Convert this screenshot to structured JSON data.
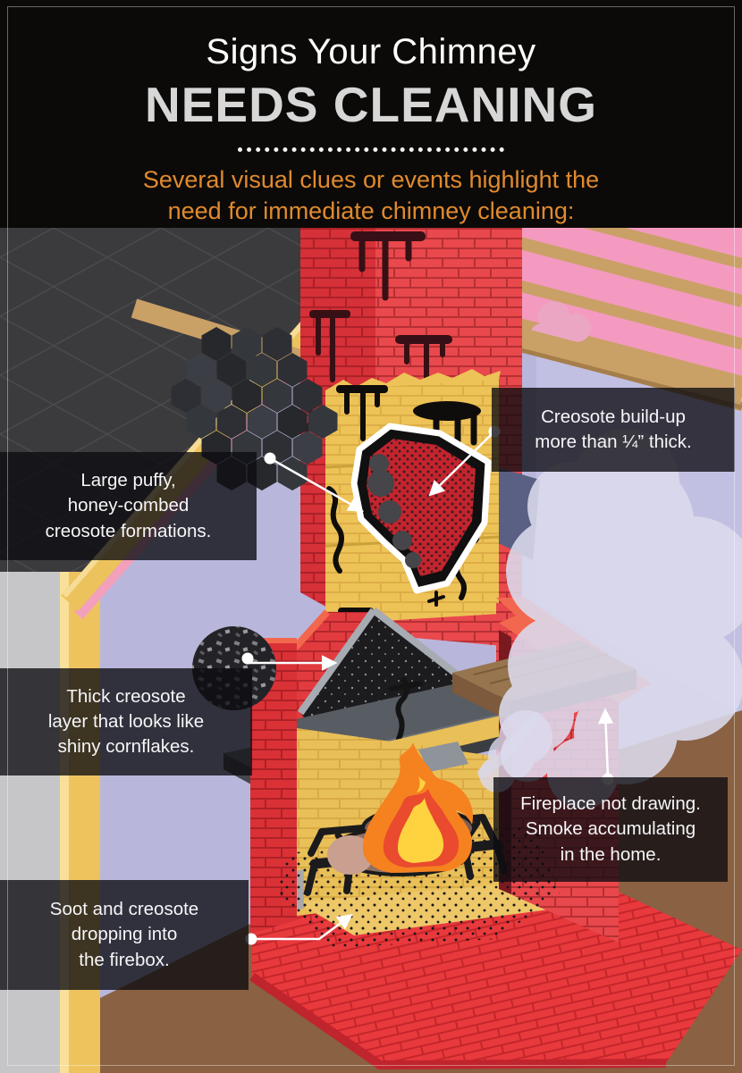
{
  "header": {
    "title_line1": "Signs Your Chimney",
    "title_line2": "NEEDS CLEANING",
    "subtitle_line1": "Several visual clues or events highlight the",
    "subtitle_line2": "need for immediate chimney cleaning:"
  },
  "callouts": [
    {
      "id": "creosote-buildup",
      "lines": [
        "Creosote build-up",
        "more than ¼” thick."
      ]
    },
    {
      "id": "honeycomb-formations",
      "lines": [
        "Large puffy,",
        "honey-combed",
        "creosote formations."
      ]
    },
    {
      "id": "cornflake-layer",
      "lines": [
        "Thick creosote",
        "layer that looks like",
        "shiny cornflakes."
      ]
    },
    {
      "id": "fireplace-not-drawing",
      "lines": [
        "Fireplace not drawing.",
        "Smoke accumulating",
        "in the home."
      ]
    },
    {
      "id": "soot-dropping",
      "lines": [
        "Soot and creosote",
        "dropping into",
        "the firebox."
      ]
    }
  ],
  "palette": {
    "header_background": "#0c0a08",
    "title_white": "#ffffff",
    "title_gray": "#d7d7d7",
    "subtitle_orange": "#e08a2f",
    "callout_box": "rgba(12,11,17,0.78)",
    "callout_text": "#f6f6f8",
    "wall_lavender": "#b8b6da",
    "attic_gray": "#3b3b3d",
    "brick_red": "#e8474b",
    "brick_red_dark": "#d63038",
    "flue_gold": "#edc257",
    "creosote_black": "#0f0d0b",
    "hole_red": "#c4242e",
    "roof_pink": "#f49ac0",
    "beam_tan": "#c9a066",
    "floor_brown": "#8a6142",
    "smoke": "#dcdbee",
    "flame_orange": "#f5821f",
    "flame_red": "#ea4a2e",
    "flame_yellow": "#ffd23f",
    "leader_line": "#ffffff"
  }
}
